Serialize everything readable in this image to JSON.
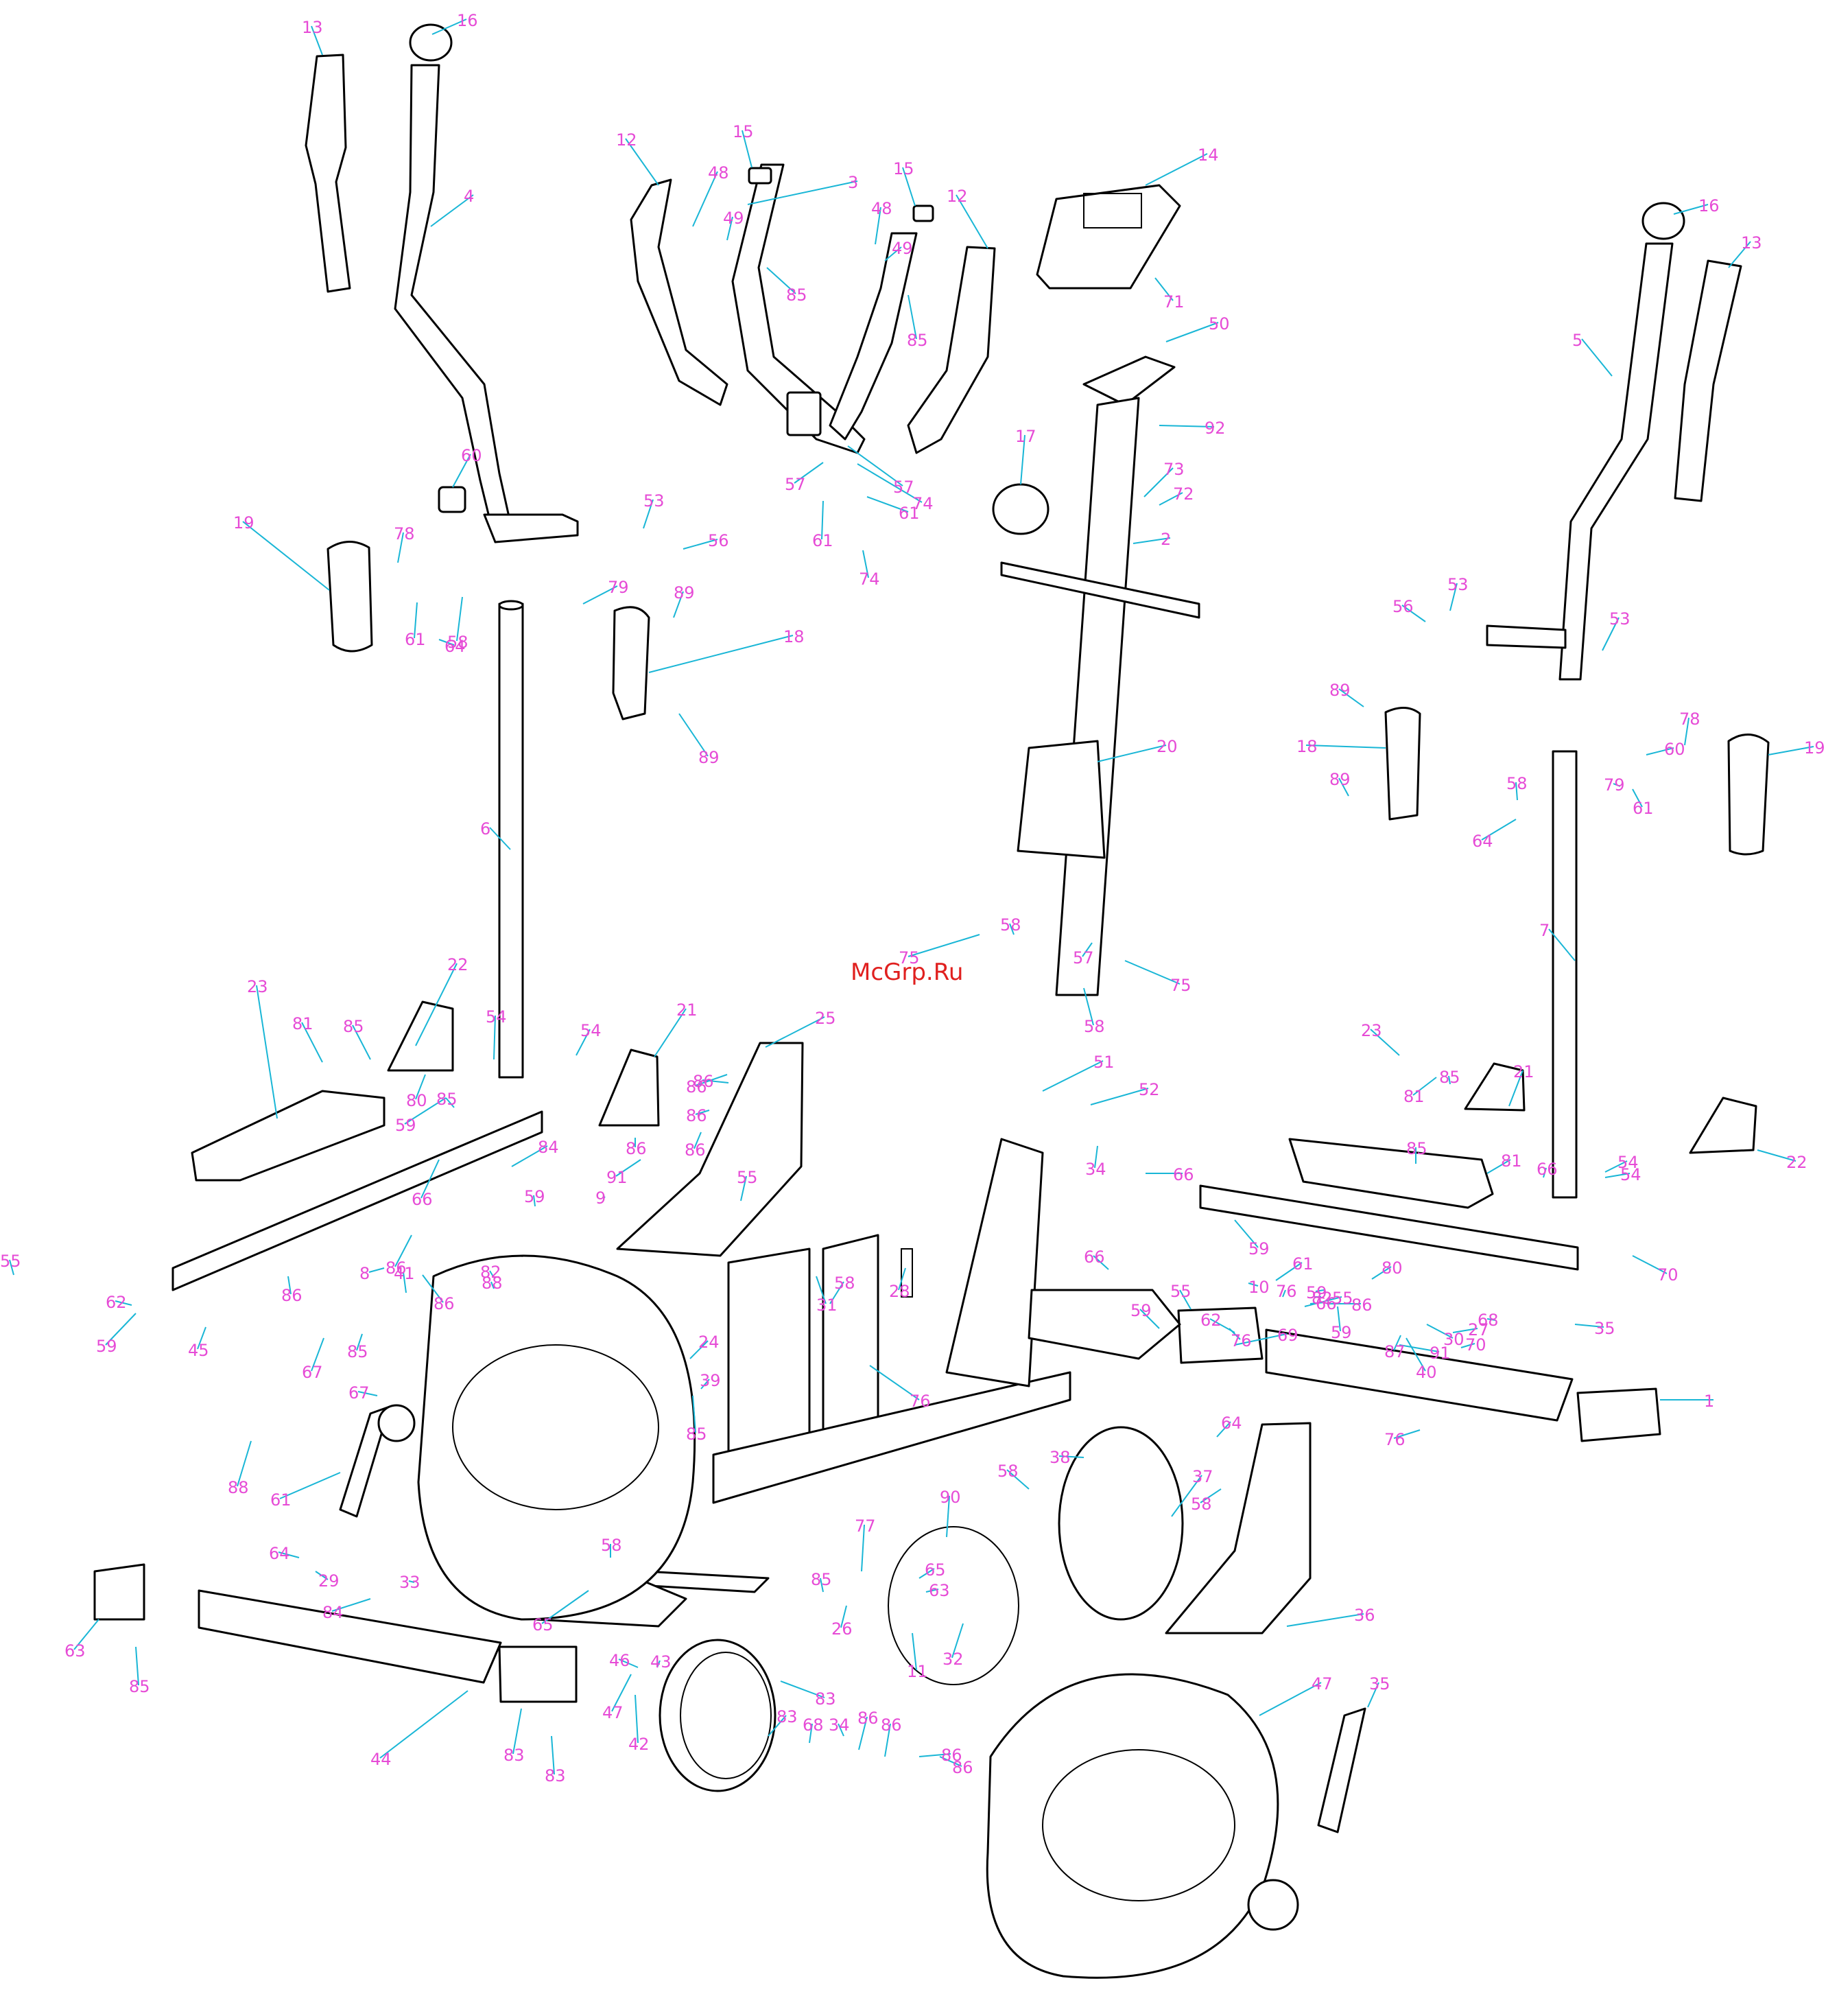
{
  "watermark": "McGrp.Ru",
  "colors": {
    "callout": "#e64bd6",
    "leader": "#19b6d6",
    "lines": "#000000",
    "watermark": "#e0201f"
  },
  "labels": [
    "13",
    "16",
    "4",
    "12",
    "15",
    "3",
    "48",
    "49",
    "85",
    "15",
    "48",
    "49",
    "85",
    "12",
    "14",
    "71",
    "50",
    "92",
    "17",
    "73",
    "72",
    "2",
    "16",
    "13",
    "5",
    "53",
    "53",
    "56",
    "60",
    "78",
    "61",
    "58",
    "64",
    "19",
    "79",
    "89",
    "18",
    "89",
    "6",
    "20",
    "53",
    "56",
    "89",
    "18",
    "89",
    "58",
    "64",
    "60",
    "79",
    "78",
    "61",
    "19",
    "57",
    "61",
    "74",
    "57",
    "61",
    "74",
    "75",
    "58",
    "57",
    "75",
    "58",
    "7",
    "22",
    "23",
    "81",
    "85",
    "54",
    "54",
    "21",
    "86",
    "25",
    "51",
    "52",
    "86",
    "86",
    "86",
    "23",
    "81",
    "85",
    "21",
    "22",
    "85",
    "81",
    "66",
    "54",
    "54",
    "80",
    "59",
    "66",
    "8",
    "59",
    "85",
    "84",
    "86",
    "91",
    "55",
    "9",
    "66",
    "59",
    "80",
    "70",
    "55",
    "62",
    "59",
    "86",
    "86",
    "86",
    "41",
    "82",
    "88",
    "28",
    "31",
    "66",
    "59",
    "55",
    "62",
    "69",
    "76",
    "76",
    "61",
    "59",
    "55",
    "59",
    "66",
    "86",
    "82",
    "10",
    "58",
    "30",
    "91",
    "70",
    "27",
    "87",
    "68",
    "35",
    "40",
    "1",
    "34",
    "45",
    "85",
    "24",
    "67",
    "39",
    "67",
    "85",
    "76",
    "88",
    "61",
    "76",
    "58",
    "38",
    "37",
    "64",
    "58",
    "64",
    "58",
    "29",
    "33",
    "84",
    "90",
    "77",
    "85",
    "26",
    "65",
    "63",
    "65",
    "63",
    "36",
    "11",
    "32",
    "85",
    "47",
    "46",
    "43",
    "47",
    "42",
    "83",
    "44",
    "83",
    "83",
    "83",
    "68",
    "34",
    "86",
    "86",
    "86",
    "35",
    "86"
  ]
}
